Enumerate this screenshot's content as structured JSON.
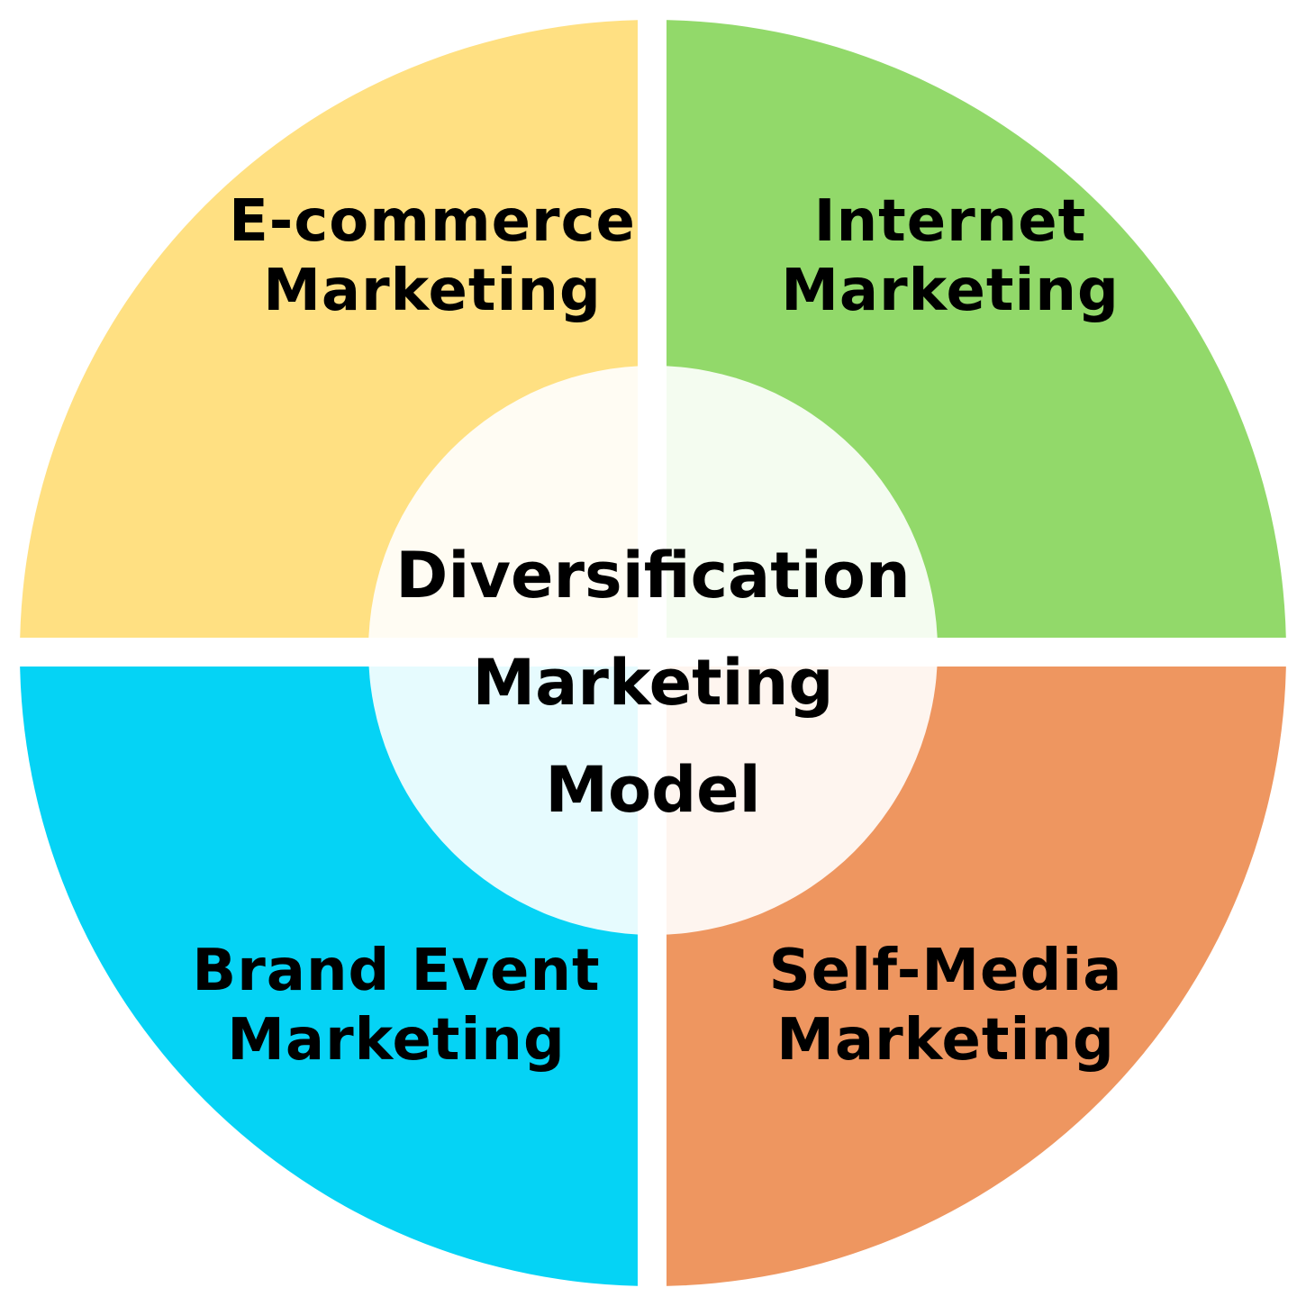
{
  "colors": {
    "top_left": "#FFE082",
    "top_right": "#92D96A",
    "bottom_left": "#05D3F5",
    "bottom_right": "#EE9660",
    "center": "#FFFFFF",
    "gap": "#FFFFFF",
    "text": "#000000"
  },
  "quadrants": {
    "top_left": {
      "line1": "E-commerce",
      "line2": "Marketing"
    },
    "top_right": {
      "line1": "Internet",
      "line2": "Marketing"
    },
    "bottom_left": {
      "line1": "Brand Event",
      "line2": "Marketing"
    },
    "bottom_right": {
      "line1": "Self-Media",
      "line2": "Marketing"
    }
  },
  "center": {
    "line1": "Diversification",
    "line2": "Marketing",
    "line3": "Model"
  }
}
